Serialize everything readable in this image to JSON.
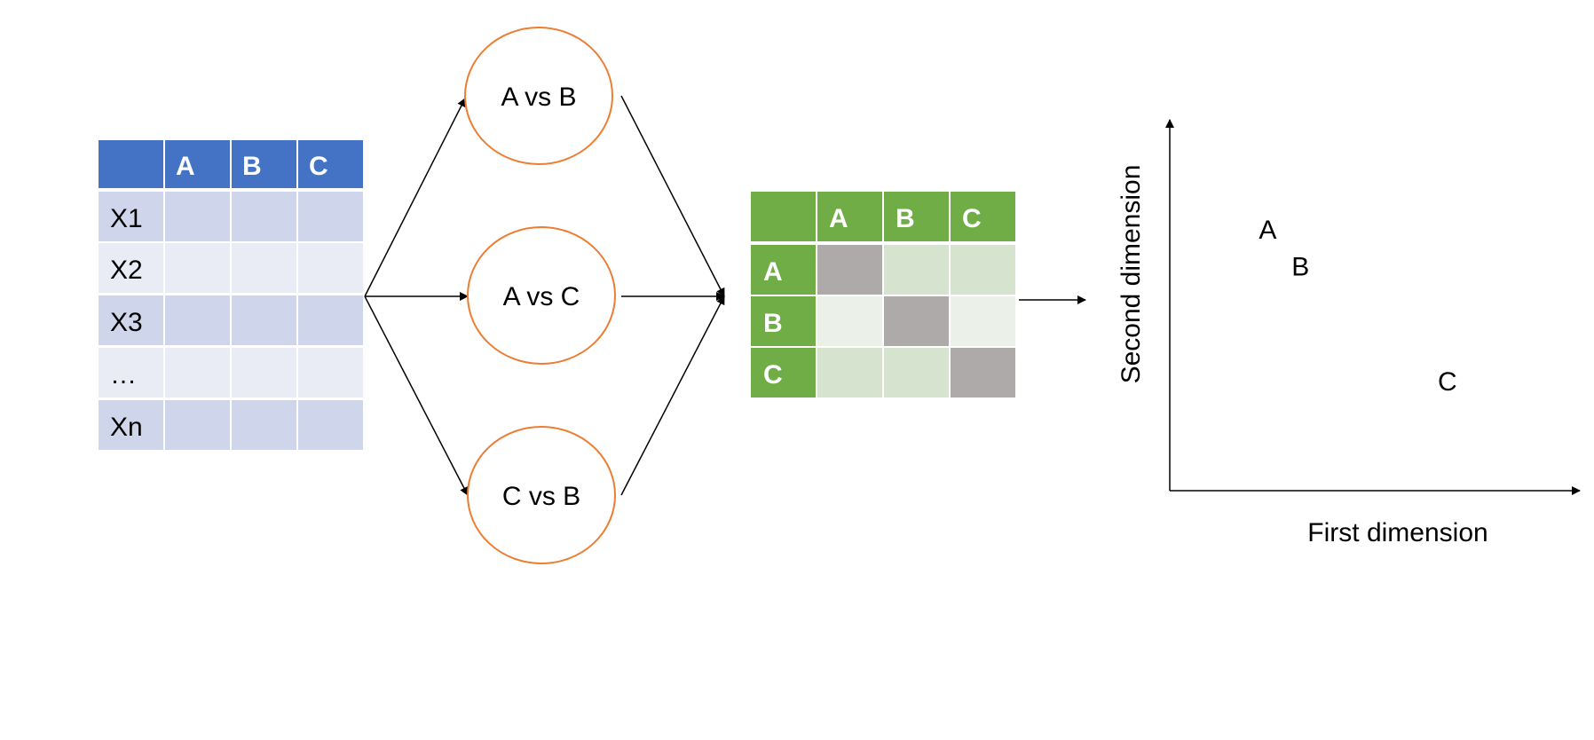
{
  "colors": {
    "blue_header": "#4472c4",
    "blue_row_dark": "#cfd5ea",
    "blue_row_light": "#e9ebf5",
    "green_header": "#70ad47",
    "green_cell_medium": "#d5e3cf",
    "green_cell_light": "#ebf1e9",
    "diagonal_gray": "#aeaaaa",
    "node_outline": "#ed7d31",
    "line": "#000000"
  },
  "data_table": {
    "columns": [
      "A",
      "B",
      "C"
    ],
    "rows": [
      "X1",
      "X2",
      "X3",
      "…",
      "Xn"
    ]
  },
  "comparisons": [
    {
      "label": "A vs B"
    },
    {
      "label": "A vs C"
    },
    {
      "label": "C vs B"
    }
  ],
  "distance_matrix": {
    "columns": [
      "A",
      "B",
      "C"
    ],
    "rows": [
      "A",
      "B",
      "C"
    ]
  },
  "ordination_plot": {
    "xlabel": "First dimension",
    "ylabel": "Second dimension",
    "points": [
      {
        "label": "A",
        "x": 0.24,
        "y": 0.68
      },
      {
        "label": "B",
        "x": 0.32,
        "y": 0.58
      },
      {
        "label": "C",
        "x": 0.68,
        "y": 0.27
      }
    ]
  }
}
